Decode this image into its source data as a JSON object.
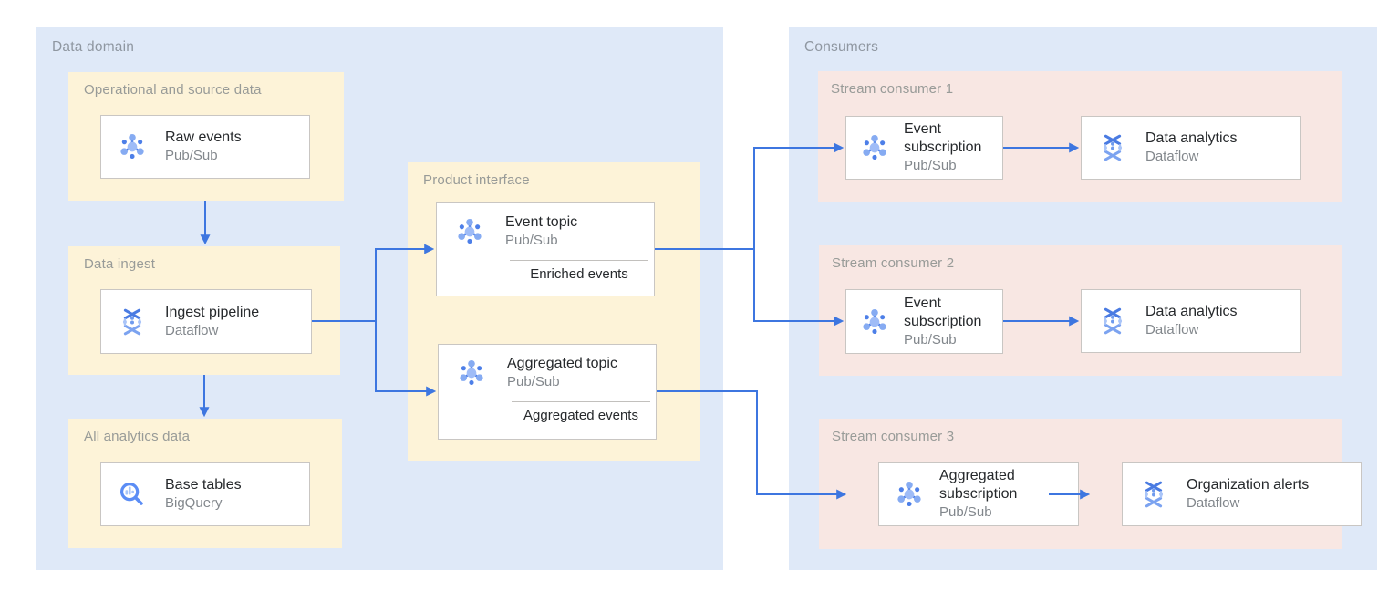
{
  "diagram": {
    "data_domain": {
      "label": "Data domain",
      "operational": {
        "label": "Operational and source data",
        "card": {
          "title": "Raw events",
          "subtitle": "Pub/Sub",
          "icon": "pubsub-icon"
        }
      },
      "ingest": {
        "label": "Data ingest",
        "card": {
          "title": "Ingest pipeline",
          "subtitle": "Dataflow",
          "icon": "dataflow-icon"
        }
      },
      "analytics": {
        "label": "All analytics data",
        "card": {
          "title": "Base tables",
          "subtitle": "BigQuery",
          "icon": "bigquery-icon"
        }
      },
      "product_interface": {
        "label": "Product interface",
        "event_topic": {
          "title": "Event topic",
          "subtitle": "Pub/Sub",
          "tag": "Enriched events",
          "icon": "pubsub-icon"
        },
        "aggregated_topic": {
          "title": "Aggregated topic",
          "subtitle": "Pub/Sub",
          "tag": "Aggregated events",
          "icon": "pubsub-icon"
        }
      }
    },
    "consumers": {
      "label": "Consumers",
      "groups": [
        {
          "label": "Stream consumer 1",
          "source": {
            "title": "Event subscription",
            "subtitle": "Pub/Sub",
            "icon": "pubsub-icon"
          },
          "sink": {
            "title": "Data analytics",
            "subtitle": "Dataflow",
            "icon": "dataflow-icon"
          }
        },
        {
          "label": "Stream consumer 2",
          "source": {
            "title": "Event subscription",
            "subtitle": "Pub/Sub",
            "icon": "pubsub-icon"
          },
          "sink": {
            "title": "Data analytics",
            "subtitle": "Dataflow",
            "icon": "dataflow-icon"
          }
        },
        {
          "label": "Stream consumer 3",
          "source": {
            "title": "Aggregated subscription",
            "subtitle": "Pub/Sub",
            "icon": "pubsub-icon"
          },
          "sink": {
            "title": "Organization alerts",
            "subtitle": "Dataflow",
            "icon": "dataflow-icon"
          }
        }
      ]
    },
    "colors": {
      "panel_blue": "#dfe9f8",
      "group_yellow": "#fdf3d8",
      "group_pink": "#f8e7e3",
      "arrow_blue": "#3d76e0",
      "icon_blue_dark": "#4d7fe8",
      "icon_blue_medium": "#86abf2",
      "icon_blue_light": "#aac5f8"
    }
  }
}
